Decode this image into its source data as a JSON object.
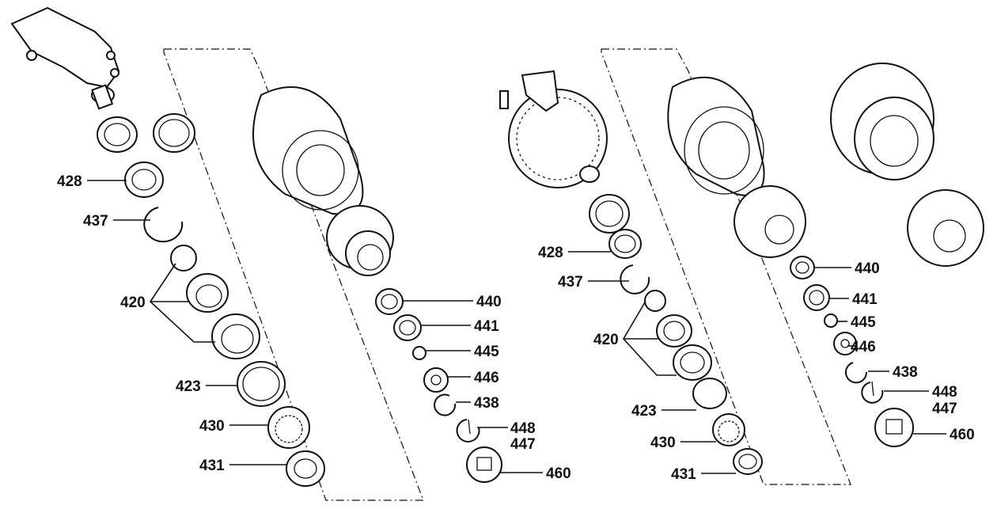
{
  "diagram": {
    "left_assembly": {
      "labels": {
        "l428": "428",
        "l437": "437",
        "l420": "420",
        "l423": "423",
        "l430": "430",
        "l431": "431"
      },
      "hub_labels": {
        "l440": "440",
        "l441": "441",
        "l445": "445",
        "l446": "446",
        "l438": "438",
        "l448": "448",
        "l447": "447",
        "l460": "460"
      }
    },
    "right_assembly": {
      "labels": {
        "l428": "428",
        "l437": "437",
        "l420": "420",
        "l423": "423",
        "l430": "430",
        "l431": "431"
      },
      "hub_labels": {
        "l440": "440",
        "l441": "441",
        "l445": "445",
        "l446": "446",
        "l438": "438",
        "l448": "448",
        "l447": "447",
        "l460": "460"
      }
    }
  }
}
